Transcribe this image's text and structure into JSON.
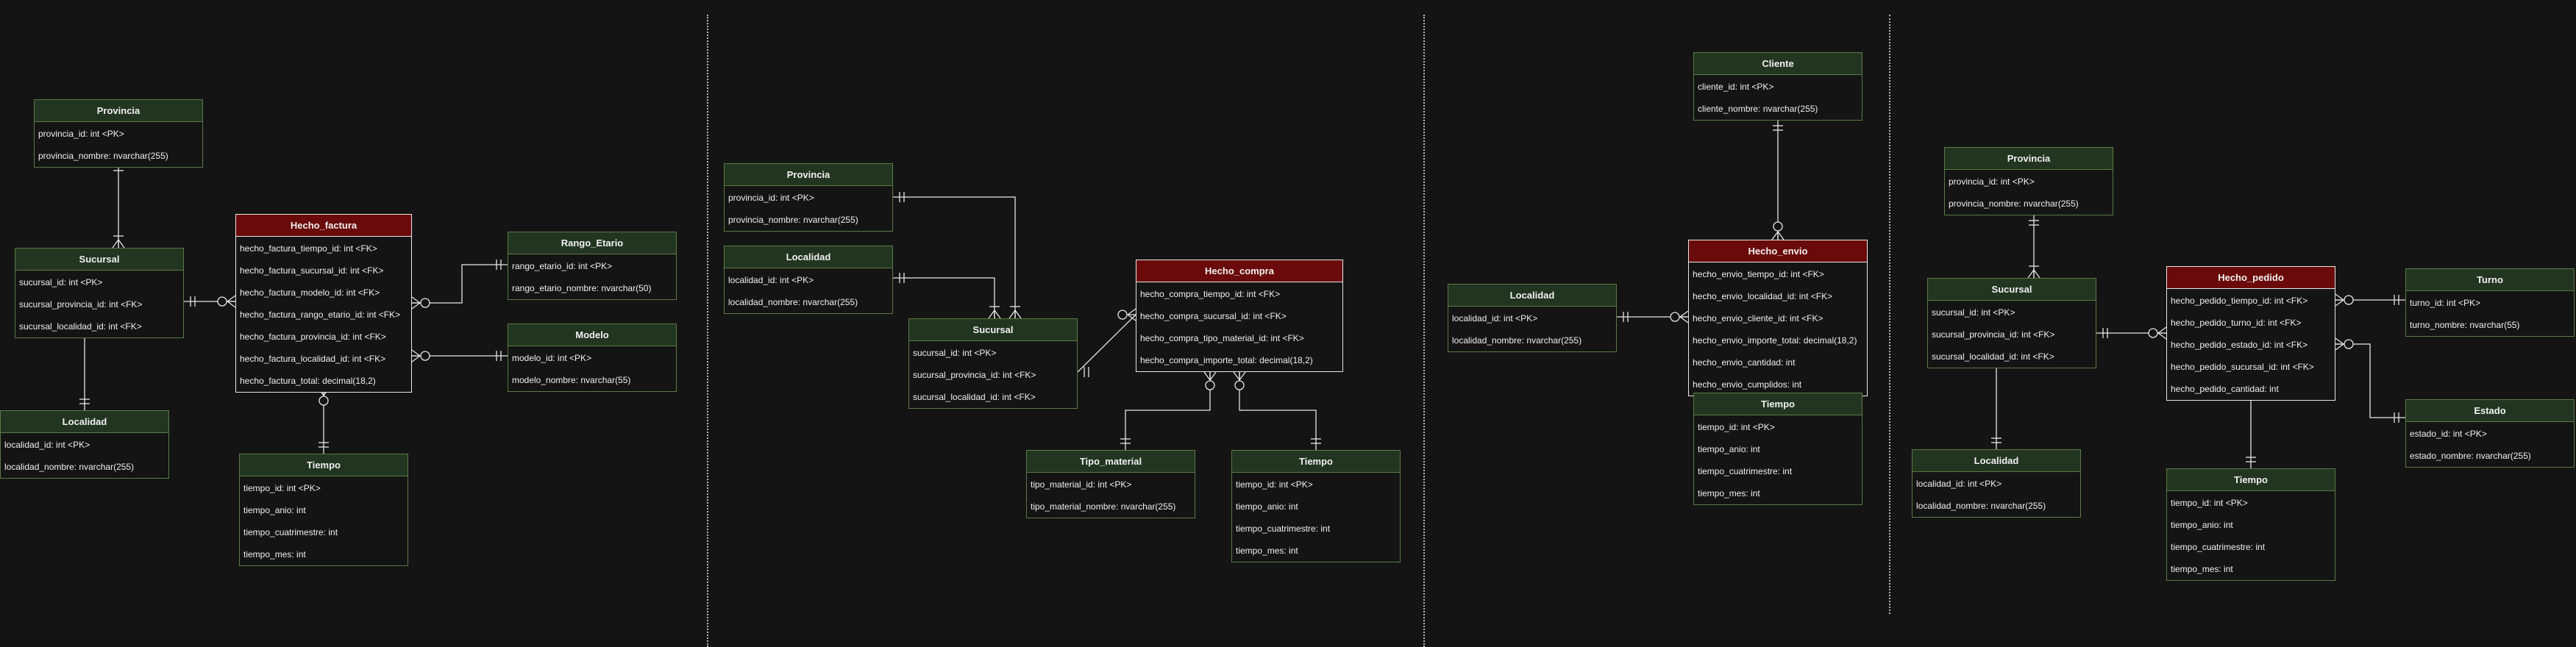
{
  "diagrams": [
    {
      "provincia": {
        "title": "Provincia",
        "fields": [
          "provincia_id: int <PK>",
          "provincia_nombre: nvarchar(255)"
        ]
      },
      "sucursal": {
        "title": "Sucursal",
        "fields": [
          "sucursal_id: int <PK>",
          "sucursal_provincia_id: int <FK>",
          "sucursal_localidad_id: int <FK>"
        ]
      },
      "localidad": {
        "title": "Localidad",
        "fields": [
          "localidad_id: int <PK>",
          "localidad_nombre: nvarchar(255)"
        ]
      },
      "hecho": {
        "title": "Hecho_factura",
        "fields": [
          "hecho_factura_tiempo_id: int <FK>",
          "hecho_factura_sucursal_id: int <FK>",
          "hecho_factura_modelo_id: int <FK>",
          "hecho_factura_rango_etario_id: int <FK>",
          "hecho_factura_provincia_id: int <FK>",
          "hecho_factura_localidad_id: int <FK>",
          "hecho_factura_total: decimal(18,2)"
        ]
      },
      "rango": {
        "title": "Rango_Etario",
        "fields": [
          "rango_etario_id: int <PK>",
          "rango_etario_nombre: nvarchar(50)"
        ]
      },
      "modelo": {
        "title": "Modelo",
        "fields": [
          "modelo_id: int <PK>",
          "modelo_nombre: nvarchar(55)"
        ]
      },
      "tiempo": {
        "title": "Tiempo",
        "fields": [
          "tiempo_id: int <PK>",
          "tiempo_anio: int",
          "tiempo_cuatrimestre: int",
          "tiempo_mes: int"
        ]
      }
    },
    {
      "provincia": {
        "title": "Provincia",
        "fields": [
          "provincia_id: int <PK>",
          "provincia_nombre: nvarchar(255)"
        ]
      },
      "localidad": {
        "title": "Localidad",
        "fields": [
          "localidad_id: int <PK>",
          "localidad_nombre: nvarchar(255)"
        ]
      },
      "sucursal": {
        "title": "Sucursal",
        "fields": [
          "sucursal_id: int <PK>",
          "sucursal_provincia_id: int <FK>",
          "sucursal_localidad_id: int <FK>"
        ]
      },
      "hecho": {
        "title": "Hecho_compra",
        "fields": [
          "hecho_compra_tiempo_id: int <FK>",
          "hecho_compra_sucursal_id: int <FK>",
          "hecho_compra_tipo_material_id: int <FK>",
          "hecho_compra_importe_total: decimal(18,2)"
        ]
      },
      "tipo": {
        "title": "Tipo_material",
        "fields": [
          "tipo_material_id: int <PK>",
          "tipo_material_nombre: nvarchar(255)"
        ]
      },
      "tiempo": {
        "title": "Tiempo",
        "fields": [
          "tiempo_id: int <PK>",
          "tiempo_anio: int",
          "tiempo_cuatrimestre: int",
          "tiempo_mes: int"
        ]
      }
    },
    {
      "cliente": {
        "title": "Cliente",
        "fields": [
          "cliente_id: int <PK>",
          "cliente_nombre: nvarchar(255)"
        ]
      },
      "localidad": {
        "title": "Localidad",
        "fields": [
          "localidad_id: int <PK>",
          "localidad_nombre: nvarchar(255)"
        ]
      },
      "hecho": {
        "title": "Hecho_envio",
        "fields": [
          "hecho_envio_tiempo_id: int <FK>",
          "hecho_envio_localidad_id: int <FK>",
          "hecho_envio_cliente_id: int <FK>",
          "hecho_envio_importe_total: decimal(18,2)",
          "hecho_envio_cantidad: int",
          "hecho_envio_cumplidos: int"
        ]
      },
      "tiempo": {
        "title": "Tiempo",
        "fields": [
          "tiempo_id: int <PK>",
          "tiempo_anio: int",
          "tiempo_cuatrimestre: int",
          "tiempo_mes: int"
        ]
      }
    },
    {
      "provincia": {
        "title": "Provincia",
        "fields": [
          "provincia_id: int <PK>",
          "provincia_nombre: nvarchar(255)"
        ]
      },
      "sucursal": {
        "title": "Sucursal",
        "fields": [
          "sucursal_id: int <PK>",
          "sucursal_provincia_id: int <FK>",
          "sucursal_localidad_id: int <FK>"
        ]
      },
      "localidad": {
        "title": "Localidad",
        "fields": [
          "localidad_id: int <PK>",
          "localidad_nombre: nvarchar(255)"
        ]
      },
      "hecho": {
        "title": "Hecho_pedido",
        "fields": [
          "hecho_pedido_tiempo_id: int <FK>",
          "hecho_pedido_turno_id: int <FK>",
          "hecho_pedido_estado_id: int <FK>",
          "hecho_pedido_sucursal_id: int <FK>",
          "hecho_pedido_cantidad: int"
        ]
      },
      "turno": {
        "title": "Turno",
        "fields": [
          "turno_id: int <PK>",
          "turno_nombre: nvarchar(55)"
        ]
      },
      "estado": {
        "title": "Estado",
        "fields": [
          "estado_id: int <PK>",
          "estado_nombre: nvarchar(255)"
        ]
      },
      "tiempo": {
        "title": "Tiempo",
        "fields": [
          "tiempo_id: int <PK>",
          "tiempo_anio: int",
          "tiempo_cuatrimestre: int",
          "tiempo_mes: int"
        ]
      }
    }
  ]
}
